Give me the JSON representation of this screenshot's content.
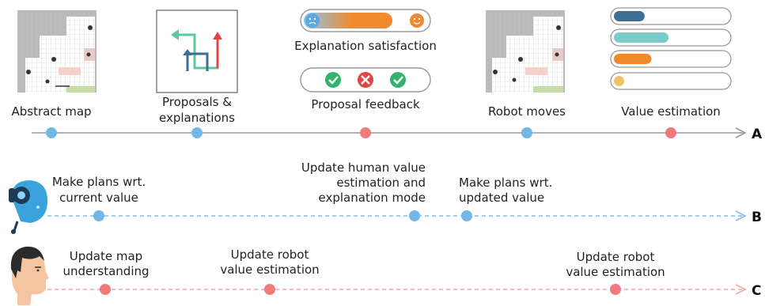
{
  "colors": {
    "event_blue": "#74b6e6",
    "event_red": "#f07a7e",
    "lane_a_line": "#999999",
    "lane_b_line": "#7fbde8",
    "lane_c_line": "#f0a8aa",
    "sad": "#5aa7e2",
    "happy": "#f08a2e",
    "check": "#33b36b",
    "cross": "#e04646"
  },
  "lanes": {
    "a": {
      "letter": "A",
      "labels": [
        "Abstract map",
        "Proposals &",
        "explanations",
        "Proposal feedback",
        "Robot moves",
        "Value estimation"
      ],
      "top_caption": "Explanation satisfaction"
    },
    "b": {
      "letter": "B",
      "labels": [
        "Make plans wrt.",
        "current value",
        "Update human value",
        "estimation and",
        "explanation mode",
        "Make plans wrt.",
        "updated value"
      ]
    },
    "c": {
      "letter": "C",
      "labels": [
        "Update map",
        "understanding",
        "Update robot",
        "value estimation",
        "Update robot",
        "value estimation"
      ]
    }
  },
  "icons": {
    "robot": "robot-head-icon",
    "human": "human-head-icon",
    "proposals": "route-arrows-icon",
    "sad": "sad-face-icon",
    "happy": "happy-face-icon",
    "check": "check-icon",
    "cross": "cross-icon"
  },
  "value_bars": [
    {
      "color": "#3e6e94",
      "fill": 0.27
    },
    {
      "color": "#7ccbcb",
      "fill": 0.48
    },
    {
      "color": "#f08a2e",
      "fill": 0.33
    },
    {
      "color": "#f2c06a",
      "fill": 0.07
    }
  ]
}
